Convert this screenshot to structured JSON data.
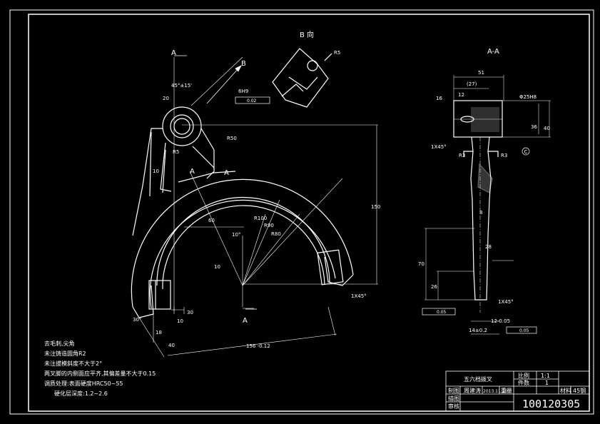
{
  "views": {
    "section_label": "A-A",
    "view_b_label": "B 向",
    "cut_letter": "A",
    "arrow_b": "B"
  },
  "main_view_dims": {
    "d1": "45°±15'",
    "d2": "20",
    "d3": "R5",
    "d4": "R50",
    "d5": "10",
    "d6": "60",
    "d7": "10°",
    "d8": "R80",
    "d9": "R90",
    "d10": "R100",
    "d11": "150",
    "d12": "10",
    "d13": "30",
    "d14": "10",
    "d15": "18",
    "d16": "30°",
    "d17": "40",
    "d18": "156 -0.12",
    "d19": "1X45°",
    "d20": "6H9",
    "tol_box": "0.02",
    "r_b": "R5"
  },
  "section_dims": {
    "s1": "51",
    "s2": "(27)",
    "s3": "12",
    "s4": "16",
    "s5": "1X45°",
    "s6": "R3",
    "s7": "R3",
    "s8": "36",
    "s9": "40",
    "s10": "Φ25H8",
    "s11": "70",
    "s12": "26",
    "s13": "8",
    "s14": "28",
    "s15": "1X45°",
    "s16": "12-0.05",
    "s17": "14±0.2",
    "s18": "0.05",
    "s19": "0.05",
    "s20": "C"
  },
  "notes": [
    "去毛刺,尖角",
    "未注铸造圆角R2",
    "未注拔模斜度不大于2°",
    "两叉脚的内侧面应平齐,其偏差量不大于0.15",
    "调质处理:表面硬度HRC50~55",
    "硬化层深度:1.2~2.6"
  ],
  "title_block": {
    "part_name": "五六档拨叉",
    "scale_label": "比例",
    "scale": "1:1",
    "qty_label": "件数",
    "qty": "1",
    "drawn_label": "制图",
    "drawn_by": "周建涛",
    "date": "2013.11.20",
    "weight_label": "重量",
    "material_label": "材料",
    "material": "45钢",
    "design_label": "描图",
    "check_label": "审核",
    "drawing_no": "100120305"
  }
}
